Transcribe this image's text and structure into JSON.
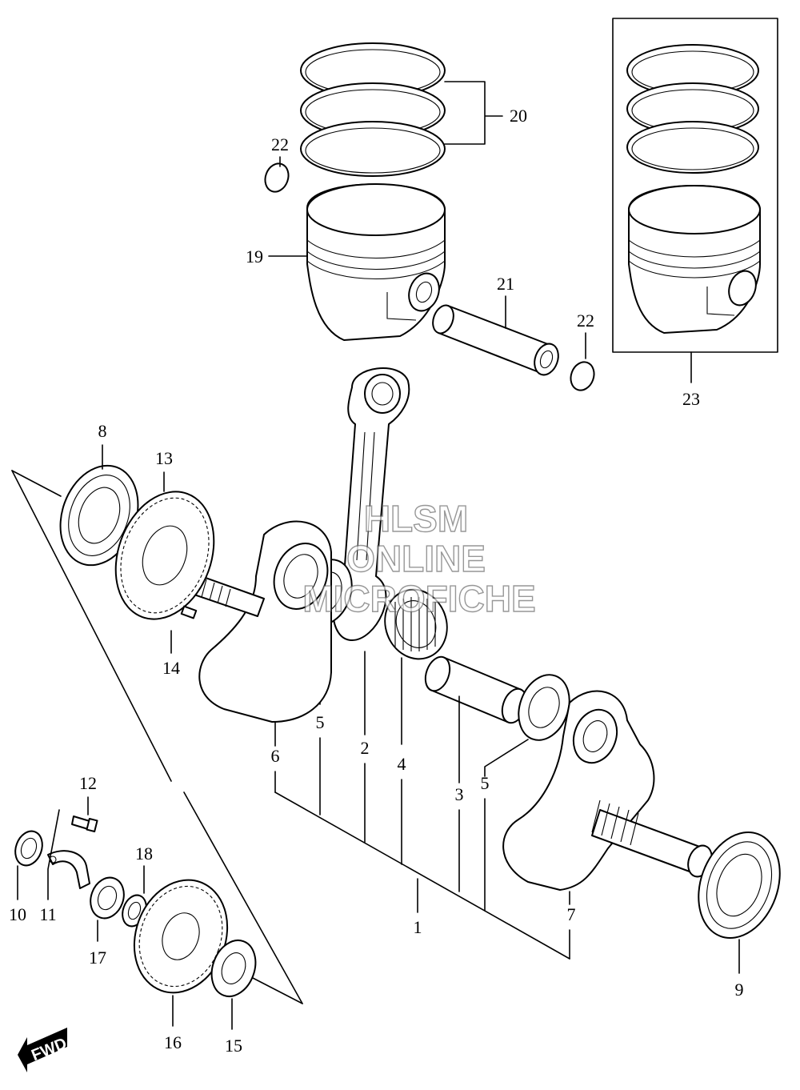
{
  "callouts": {
    "c1": "1",
    "c2": "2",
    "c3": "3",
    "c4": "4",
    "c5a": "5",
    "c5b": "5",
    "c6": "6",
    "c7": "7",
    "c8": "8",
    "c9": "9",
    "c10": "10",
    "c11": "11",
    "c12": "12",
    "c13": "13",
    "c14": "14",
    "c15": "15",
    "c16": "16",
    "c17": "17",
    "c18": "18",
    "c19": "19",
    "c20": "20",
    "c21": "21",
    "c22a": "22",
    "c22b": "22",
    "c23": "23"
  },
  "watermark": {
    "line1": "HLSM",
    "line2": "ONLINE",
    "line3": "MICROFICHE"
  },
  "fwd_label": "FWD"
}
